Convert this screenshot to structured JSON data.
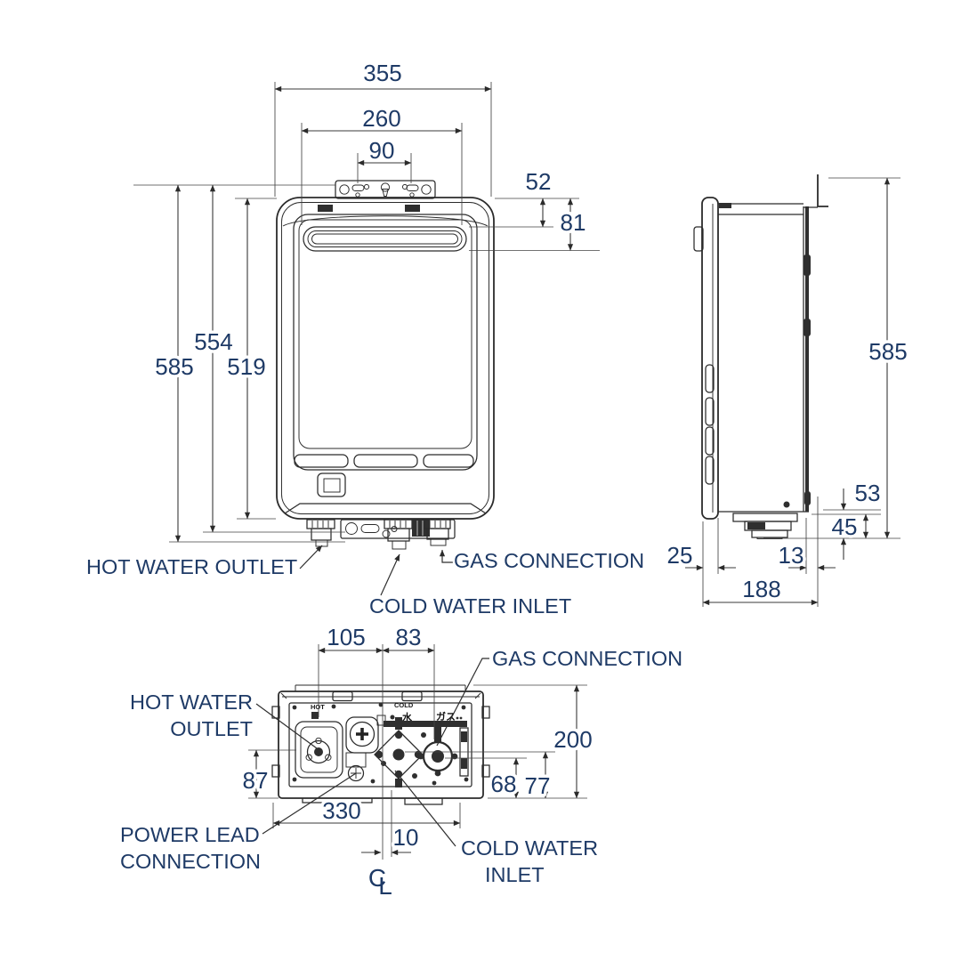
{
  "colors": {
    "background": "#ffffff",
    "line": "#2b2b2b",
    "dimension_text": "#1e3a66"
  },
  "front_view": {
    "dim_overall_width": "355",
    "dim_flue_opening_width": "260",
    "dim_bracket_slot_spacing": "90",
    "dim_top_to_flue_top": "52",
    "dim_top_to_flue_bottom": "81",
    "dim_overall_height": "585",
    "dim_body_height": "554",
    "dim_case_height": "519",
    "label_hot_water_outlet": "HOT WATER OUTLET",
    "label_cold_water_inlet": "COLD WATER INLET",
    "label_gas_connection": "GAS CONNECTION"
  },
  "side_view": {
    "dim_overall_height": "585",
    "dim_bottom_offset_53": "53",
    "dim_fitting_height_45": "45",
    "dim_front_panel_depth": "25",
    "dim_rear_gap": "13",
    "dim_overall_depth": "188"
  },
  "bottom_view": {
    "dim_outlet_to_centre": "105",
    "dim_centre_to_gas": "83",
    "dim_overall_depth": "200",
    "dim_outlet_depth": "87",
    "dim_gas_depth": "68",
    "dim_inlet_depth": "77",
    "dim_mounting_width": "330",
    "dim_inlet_offset": "10",
    "label_hot_water_line1": "HOT WATER",
    "label_hot_water_line2": "OUTLET",
    "label_gas_connection": "GAS CONNECTION",
    "label_power_lead_line1": "POWER LEAD",
    "label_power_lead_line2": "CONNECTION",
    "label_cold_water_line1": "COLD WATER",
    "label_cold_water_line2": "INLET",
    "centreline_c": "C",
    "centreline_l": "L",
    "marking_hot": "HOT",
    "marking_cold": "COLD",
    "marking_water": "水",
    "marking_gas": "ガス"
  }
}
